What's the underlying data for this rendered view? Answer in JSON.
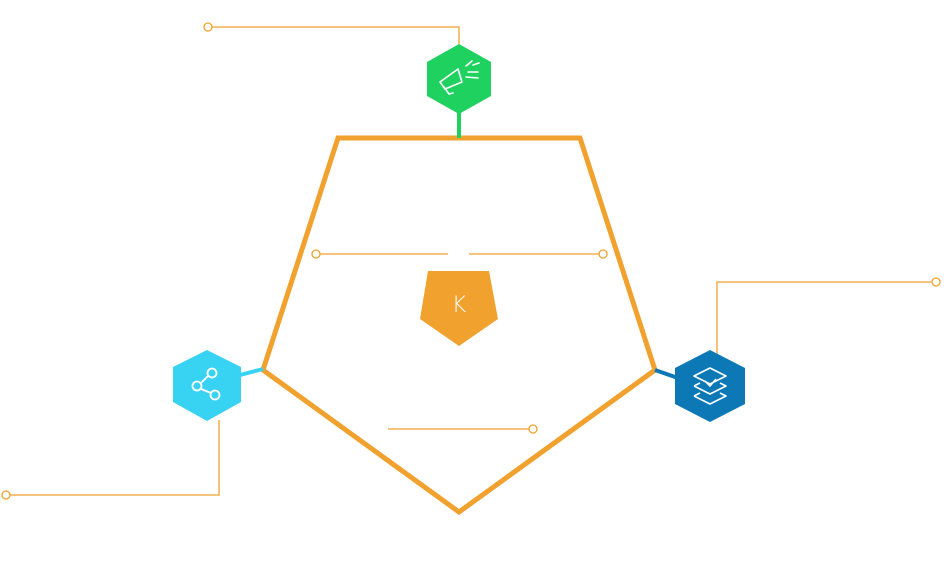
{
  "diagram": {
    "center_letter": "K",
    "colors": {
      "pentagon": "#F0A12E",
      "connector_lines": "#F0A12E",
      "marketing": "#1FD25F",
      "share": "#38D3F2",
      "layers": "#0C79B6",
      "icon_stroke": "#FFFFFF"
    },
    "nodes": [
      {
        "id": "marketing",
        "icon": "megaphone-icon"
      },
      {
        "id": "share",
        "icon": "share-icon"
      },
      {
        "id": "layers",
        "icon": "layers-icon"
      }
    ]
  }
}
